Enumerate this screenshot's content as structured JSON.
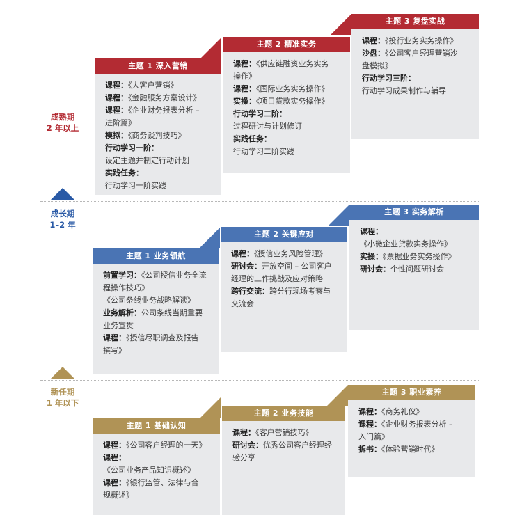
{
  "colors": {
    "mature": "#b32b33",
    "growth": "#4a74b4",
    "new": "#b09356",
    "card_bg": "#e8e9eb"
  },
  "stages": {
    "mature": {
      "line1": "成熟期",
      "line2": "2 年以上"
    },
    "growth": {
      "line1": "成长期",
      "line2": "1–2 年"
    },
    "new": {
      "line1": "新任期",
      "line2": "1 年以下"
    }
  },
  "mature": {
    "t1": {
      "title": "主题 1  深入营销",
      "rows": [
        {
          "label": "课程：",
          "text": "《大客户营销》"
        },
        {
          "label": "课程：",
          "text": "《金融服务方案设计》"
        },
        {
          "label": "课程：",
          "text": "《企业财务报表分析 –"
        },
        {
          "text": "进阶篇》"
        },
        {
          "label": "模拟：",
          "text": "《商务谈判技巧》"
        },
        {
          "label": "行动学习一阶："
        },
        {
          "text": "设定主题并制定行动计划"
        },
        {
          "label": "实践任务："
        },
        {
          "text": "行动学习一阶实践"
        }
      ]
    },
    "t2": {
      "title": "主题 2  精准实务",
      "rows": [
        {
          "label": "课程：",
          "text": "《供应链融资业务实务"
        },
        {
          "text": "操作》"
        },
        {
          "label": "课程：",
          "text": "《国际业务实务操作》"
        },
        {
          "label": "实操：",
          "text": "《项目贷款实务操作》"
        },
        {
          "label": "行动学习二阶："
        },
        {
          "text": "过程研讨与计划修订"
        },
        {
          "label": "实践任务："
        },
        {
          "text": "行动学习二阶实践"
        }
      ]
    },
    "t3": {
      "title": "主题 3  复盘实战",
      "rows": [
        {
          "label": "课程：",
          "text": "《投行业务实务操作》"
        },
        {
          "label": "沙盘：",
          "text": "《公司客户经理营销沙"
        },
        {
          "text": "盘模拟》"
        },
        {
          "label": "行动学习三阶："
        },
        {
          "text": "行动学习成果制作与辅导"
        }
      ]
    }
  },
  "growth": {
    "t1": {
      "title": "主题 1  业务领航",
      "rows": [
        {
          "label": "前置学习：",
          "text": "《公司授信业务全流"
        },
        {
          "text": "程操作技巧》"
        },
        {
          "text": "《公司条线业务战略解读》"
        },
        {
          "label": "业务解析：",
          "text": "公司条线当期重要"
        },
        {
          "text": "业务宣贯"
        },
        {
          "label": "课程：",
          "text": "《授信尽职调查及报告"
        },
        {
          "text": "撰写》"
        }
      ]
    },
    "t2": {
      "title": "主题 2  关键应对",
      "rows": [
        {
          "label": "课程：",
          "text": "《授信业务风险管理》"
        },
        {
          "label": "研讨会：",
          "text": "开放空间 – 公司客户"
        },
        {
          "text": "经理的工作挑战及应对策略"
        },
        {
          "label": "跨行交流：",
          "text": "跨分行现场考察与"
        },
        {
          "text": "交流会"
        }
      ]
    },
    "t3": {
      "title": "主题 3  实务解析",
      "rows": [
        {
          "label": "课程："
        },
        {
          "text": "《小微企业贷款实务操作》"
        },
        {
          "label": "实操：",
          "text": "《票据业务实务操作》"
        },
        {
          "label": "研讨会：",
          "text": "个性问题研讨会"
        }
      ]
    }
  },
  "newcomer": {
    "t1": {
      "title": "主题 1  基础认知",
      "rows": [
        {
          "label": "课程：",
          "text": "《公司客户经理的一天》"
        },
        {
          "label": "课程：",
          "text": "《公司业务产品知识概述》"
        },
        {
          "label": "课程：",
          "text": "《银行监管、法律与合"
        },
        {
          "text": "规概述》"
        }
      ]
    },
    "t2": {
      "title": "主题 2  业务技能",
      "rows": [
        {
          "label": "课程：",
          "text": "《客户营销技巧》"
        },
        {
          "label": "研讨会：",
          "text": "优秀公司客户经理经"
        },
        {
          "text": "验分享"
        }
      ]
    },
    "t3": {
      "title": "主题 3  职业素养",
      "rows": [
        {
          "label": "课程：",
          "text": "《商务礼仪》"
        },
        {
          "label": "课程：",
          "text": "《企业财务报表分析 –"
        },
        {
          "text": "入门篇》"
        },
        {
          "label": "拆书：",
          "text": "《体验营销时代》"
        }
      ]
    }
  }
}
